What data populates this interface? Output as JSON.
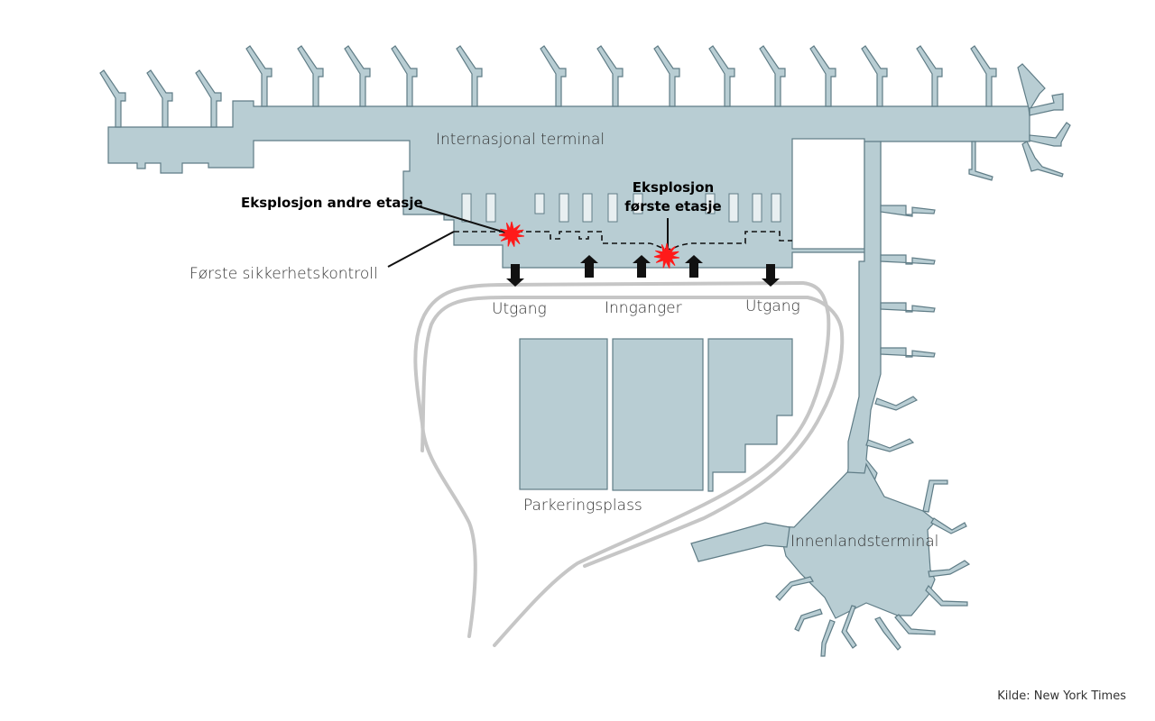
{
  "map": {
    "labels": {
      "international_terminal": "Internasjonal terminal",
      "domestic_terminal": "Innenlandsterminal",
      "parking": "Parkeringsplass",
      "exit_left": "Utgang",
      "exit_right": "Utgang",
      "entrances": "Innganger",
      "first_security": "Første sikkerhetskontroll",
      "explosion_second_floor": "Eksplosjon andre etasje",
      "explosion_first_floor_line1": "Eksplosjon",
      "explosion_first_floor_line2": "første etasje"
    },
    "source": "Kilde: New York Times",
    "colors": {
      "building": "#b8cdd3",
      "building_outline": "#5f7c86",
      "road": "#c6c6c6",
      "explosion": "#ff1a1a",
      "arrow": "#111111"
    },
    "arrows": [
      {
        "label": "exit",
        "direction": "down"
      },
      {
        "label": "entrance",
        "direction": "up"
      },
      {
        "label": "entrance",
        "direction": "up"
      },
      {
        "label": "entrance",
        "direction": "up"
      },
      {
        "label": "exit",
        "direction": "down"
      }
    ]
  }
}
